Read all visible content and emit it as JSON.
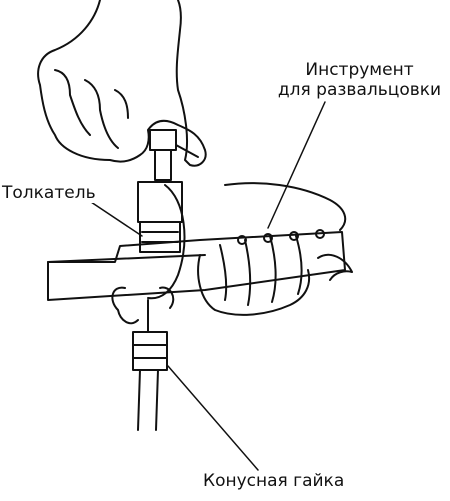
{
  "labels": {
    "tool_line1": "Инструмент",
    "tool_line2": "для развальцовки",
    "pusher": "Толкатель",
    "nut": "Конусная гайка"
  }
}
